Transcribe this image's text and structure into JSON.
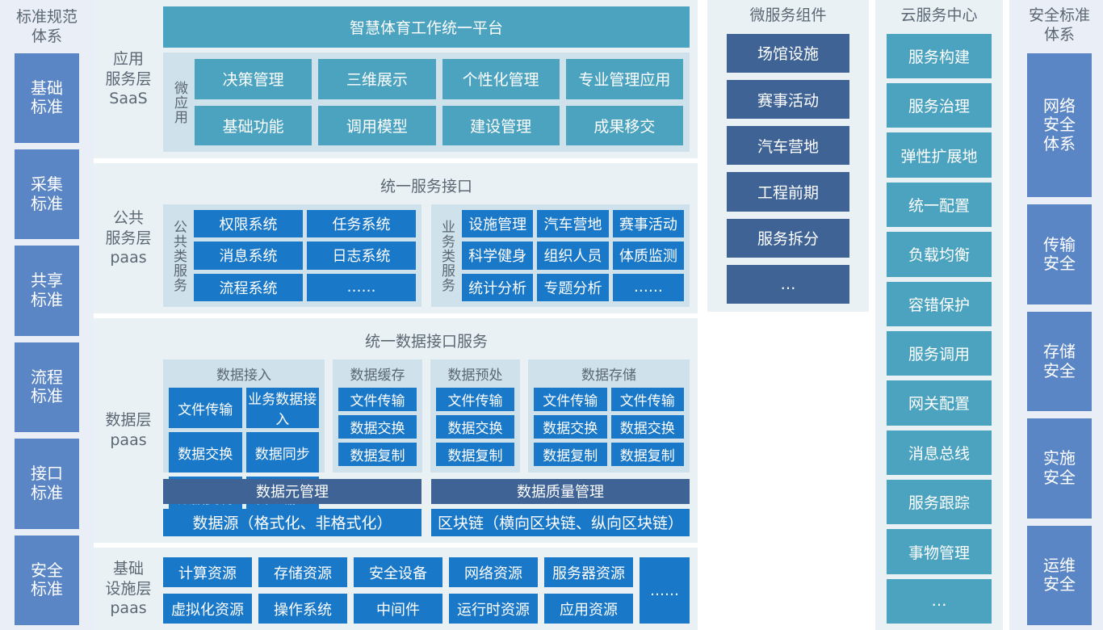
{
  "standards_column": {
    "title": "标准规范\n体系",
    "items": [
      {
        "label": "基础\n标准"
      },
      {
        "label": "采集\n标准"
      },
      {
        "label": "共享\n标准"
      },
      {
        "label": "流程\n标准"
      },
      {
        "label": "接口\n标准"
      },
      {
        "label": "安全\n标准"
      }
    ]
  },
  "application_layer": {
    "label": "应用\n服务层\nSaaS",
    "platform_bar": "智慧体育工作统一平台",
    "group_label": "微应用",
    "items": [
      "决策管理",
      "三维展示",
      "个性化管理",
      "专业管理应用",
      "基础功能",
      "调用模型",
      "建设管理",
      "成果移交"
    ]
  },
  "public_service_layer": {
    "label": "公共\n服务层\npaas",
    "section_title": "统一服务接口",
    "groups": [
      {
        "vlabel": "公共类服务",
        "items": [
          "权限系统",
          "任务系统",
          "消息系统",
          "日志系统",
          "流程系统",
          "……"
        ]
      },
      {
        "vlabel": "业务类服务",
        "items": [
          "设施管理",
          "汽车营地",
          "赛事活动",
          "科学健身",
          "组织人员",
          "体质监测",
          "统计分析",
          "专题分析",
          "……"
        ]
      }
    ]
  },
  "data_layer": {
    "label": "数据层\npaas",
    "section_title": "统一数据接口服务",
    "groups": [
      {
        "head": "数据接入",
        "cols": 2,
        "items": [
          "文件传输",
          "业务数据接入",
          "数据交换",
          "数据同步",
          "数据复制",
          "代理输入"
        ]
      },
      {
        "head": "数据缓存",
        "cols": 1,
        "items": [
          "文件传输",
          "数据交换",
          "数据复制"
        ]
      },
      {
        "head": "数据预处",
        "cols": 1,
        "items": [
          "文件传输",
          "数据交换",
          "数据复制"
        ]
      },
      {
        "head": "数据存储",
        "cols": 2,
        "items": [
          "文件传输",
          "文件传输",
          "数据交换",
          "数据交换",
          "数据复制",
          "数据复制"
        ]
      }
    ],
    "management_bars": [
      "数据元管理",
      "数据质量管理"
    ],
    "source_bars": [
      "数据源（格式化、非格式化）",
      "区块链（横向区块链、纵向区块链）"
    ]
  },
  "infrastructure_layer": {
    "label": "基础\n设施层\npaas",
    "items": [
      "计算资源",
      "存储资源",
      "安全设备",
      "网络资源",
      "服务器资源",
      "虚拟化资源",
      "操作系统",
      "中间件",
      "运行时资源",
      "应用资源"
    ],
    "more": "……"
  },
  "microservice_column": {
    "title": "微服务组件",
    "items": [
      "场馆设施",
      "赛事活动",
      "汽车营地",
      "工程前期",
      "服务拆分",
      "…"
    ]
  },
  "cloud_column": {
    "title": "云服务中心",
    "items": [
      "服务构建",
      "服务治理",
      "弹性扩展地",
      "统一配置",
      "负载均衡",
      "容错保护",
      "服务调用",
      "网关配置",
      "消息总线",
      "服务跟踪",
      "事物管理",
      "…"
    ]
  },
  "security_column": {
    "title": "安全标准\n体系",
    "items": [
      {
        "label": "网络\n安全\n体系",
        "size": "big"
      },
      {
        "label": "传输\n安全",
        "size": "norm"
      },
      {
        "label": "存储\n安全",
        "size": "norm"
      },
      {
        "label": "实施\n安全",
        "size": "norm"
      },
      {
        "label": "运维\n安全",
        "size": "norm"
      }
    ]
  },
  "colors": {
    "teal": "#4ba3bf",
    "blue": "#1a78c8",
    "slate": "#3e6394",
    "periwinkle": "#5b86c6",
    "panel_bg": "#e9f1f5",
    "group_bg": "#cfe1ea",
    "side_bg": "#e9eef7"
  }
}
